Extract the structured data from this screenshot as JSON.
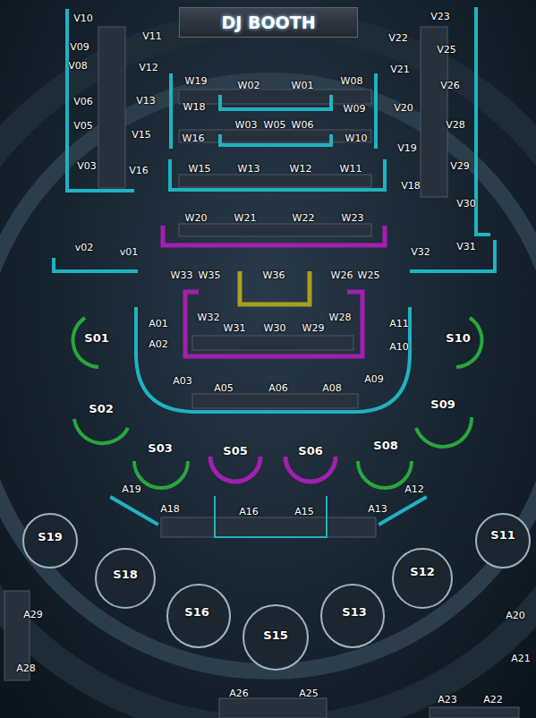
{
  "diagram": {
    "nodes": [
      {
        "text": [
          "DJ BOOTH"
        ]
      }
    ],
    "labels": [
      "V10",
      "V09",
      "V11",
      "V08",
      "V12",
      "V06",
      "V13",
      "V05",
      "V15",
      "V03",
      "V16",
      "W19",
      "W02",
      "W01",
      "W08",
      "V23",
      "V22",
      "V25",
      "V21",
      "V26",
      "W18",
      "W09",
      "V20",
      "W03",
      "W05",
      "W06",
      "V28",
      "W16",
      "W10",
      "V19",
      "V29",
      "W15",
      "W13",
      "W12",
      "W11",
      "V18",
      "V30",
      "W20",
      "W21",
      "W22",
      "W23",
      "v02",
      "v01",
      "V31",
      "V32",
      "W33",
      "W35",
      "W36",
      "W26",
      "W25",
      "W32",
      "W28",
      "A01",
      "A11",
      "W31",
      "W30",
      "W29",
      "S01",
      "S10",
      "A02",
      "A10",
      "A09",
      "A03",
      "A05",
      "A06",
      "A08",
      "S09",
      "S02",
      "S08",
      "S03",
      "S05",
      "S06",
      "A19",
      "A12",
      "A18",
      "A13",
      "A16",
      "A15",
      "S11",
      "S19",
      "S12",
      "S18",
      "S16",
      "S13",
      "A29",
      "A20",
      "S15",
      "A21",
      "A28",
      "A26",
      "A25",
      "A23",
      "A22"
    ]
  }
}
